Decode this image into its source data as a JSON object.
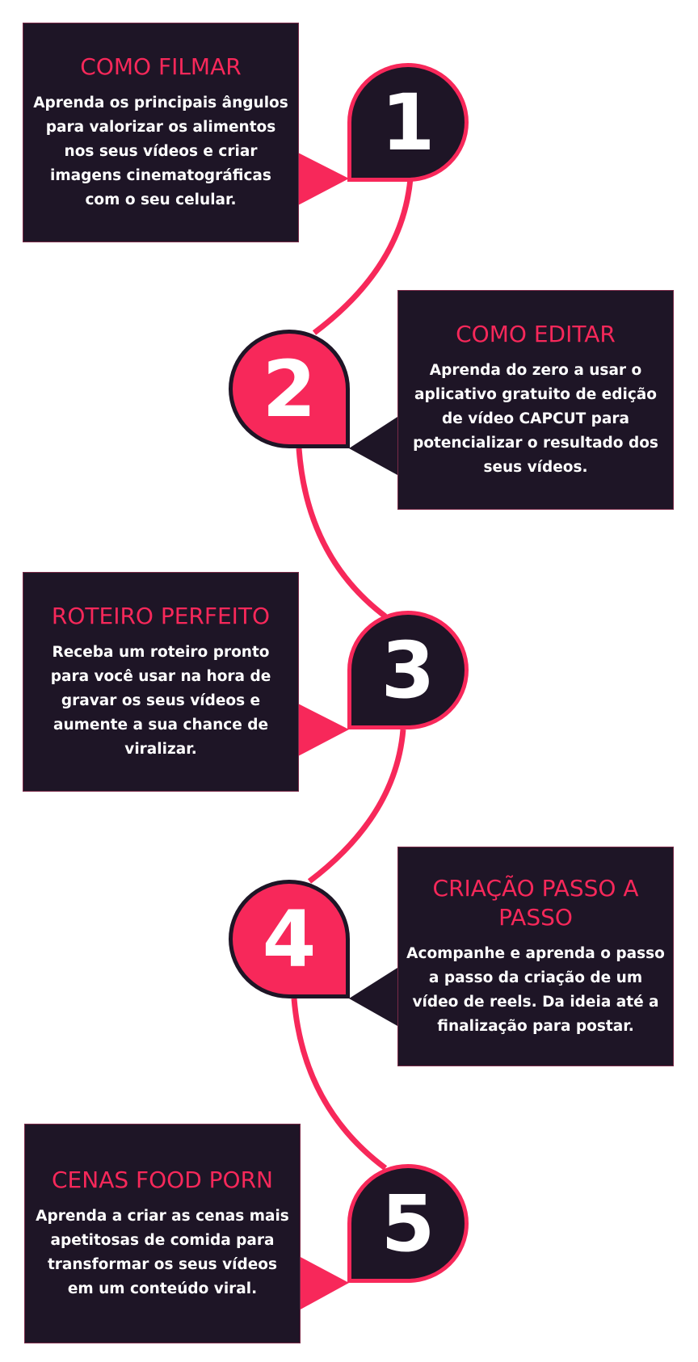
{
  "colors": {
    "accent": "#f7285a",
    "dark": "#1e1526"
  },
  "steps": [
    {
      "number": "1",
      "title": "COMO FILMAR",
      "description": "Aprenda os principais ângulos para valorizar os alimentos nos seus vídeos e criar imagens cinematográficas com o seu celular."
    },
    {
      "number": "2",
      "title": "COMO EDITAR",
      "description": "Aprenda do zero a usar o aplicativo gratuito de edição de vídeo CAPCUT para potencializar o resultado dos seus vídeos."
    },
    {
      "number": "3",
      "title": "ROTEIRO PERFEITO",
      "description": "Receba um roteiro pronto para você usar na hora de gravar os seus vídeos e aumente a sua chance de viralizar."
    },
    {
      "number": "4",
      "title": "CRIAÇÃO PASSO A PASSO",
      "description": "Acompanhe e aprenda o passo a passo da criação de um vídeo de reels. Da ideia até a finalização para postar."
    },
    {
      "number": "5",
      "title": "CENAS FOOD PORN",
      "description": "Aprenda a criar as cenas mais apetitosas de comida para transformar os seus vídeos em um conteúdo viral."
    }
  ]
}
